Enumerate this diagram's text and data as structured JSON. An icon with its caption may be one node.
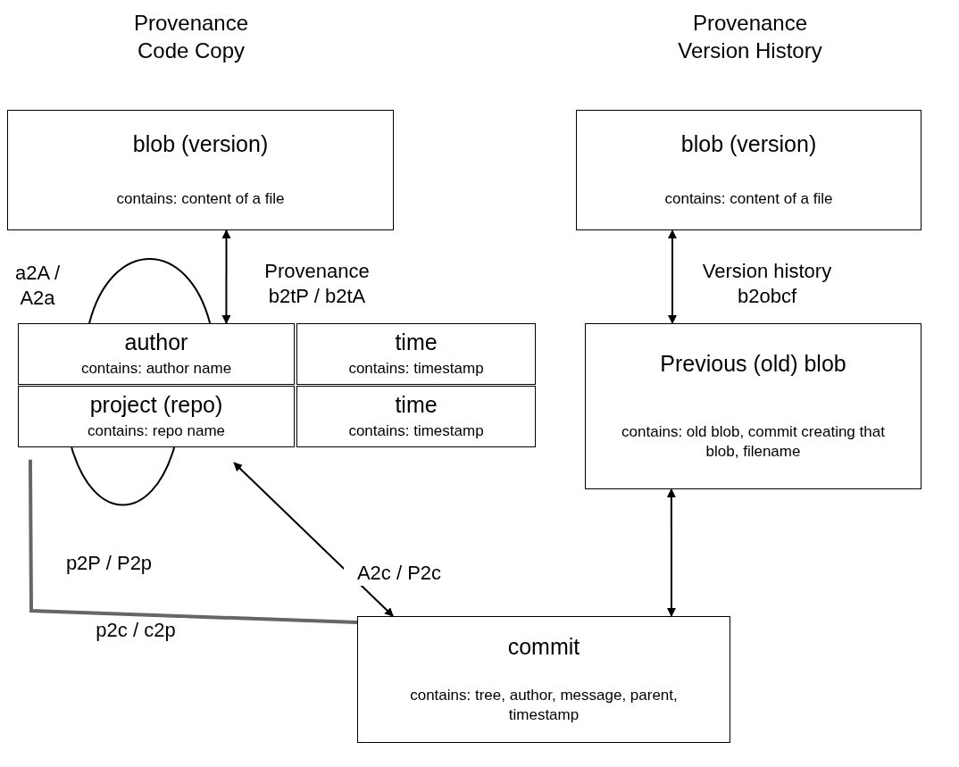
{
  "diagram": {
    "nodes": [
      {
        "text": [
          "blob (version)",
          "contains: content of a file"
        ]
      },
      {
        "text": [
          "author",
          "contains: author name"
        ]
      },
      {
        "text": [
          "time",
          "contains: timestamp"
        ]
      },
      {
        "text": [
          "project (repo)",
          "contains: repo name"
        ]
      },
      {
        "text": [
          "time",
          "contains: timestamp"
        ]
      },
      {
        "text": [
          "blob (version)",
          "contains: content of a file"
        ]
      },
      {
        "text": [
          "Previous (old) blob",
          "contains: old blob, commit creating that blob, filename"
        ]
      },
      {
        "text": [
          "commit",
          "contains: tree, author, message, parent, timestamp"
        ]
      }
    ],
    "edges": [
      {
        "from": 0,
        "to": 1,
        "arrow": "both",
        "label": "Provenance b2tP / b2tA"
      },
      {
        "from": 1,
        "to": 1,
        "arrow": "none",
        "label": "a2A / A2a"
      },
      {
        "from": 3,
        "to": 3,
        "arrow": "none",
        "label": "p2P / P2p"
      },
      {
        "from": 3,
        "to": 7,
        "arrow": "both",
        "label": "A2c / P2c"
      },
      {
        "from": 3,
        "to": 7,
        "arrow": "none",
        "label": "p2c / c2p",
        "style": "thick",
        "color": "#666666"
      },
      {
        "from": 5,
        "to": 6,
        "arrow": "both",
        "label": "Version history b2obcf"
      },
      {
        "from": 6,
        "to": 7,
        "arrow": "both"
      }
    ],
    "labels": [
      "Provenance Code Copy",
      "Provenance Version History"
    ]
  }
}
